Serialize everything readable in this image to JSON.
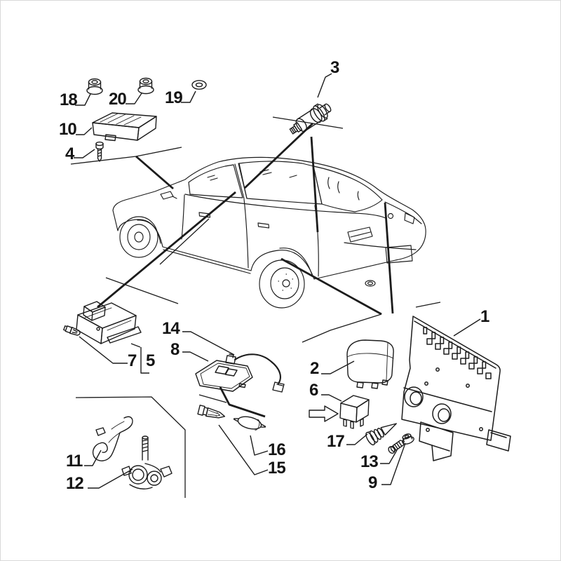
{
  "figure": {
    "type": "exploded-parts-diagram",
    "background": "#ffffff",
    "line_color": "#1c1c1c",
    "highlight_color": "#cf2130"
  },
  "highlight": {
    "target_label": "6",
    "arrow_direction": "right"
  },
  "labels": {
    "n1": "1",
    "n2": "2",
    "n3": "3",
    "n4": "4",
    "n5": "5",
    "n6": "6",
    "n7": "7",
    "n8": "8",
    "n9": "9",
    "n10": "10",
    "n11": "11",
    "n12": "12",
    "n13": "13",
    "n14": "14",
    "n15": "15",
    "n16": "16",
    "n17": "17",
    "n18": "18",
    "n19": "19",
    "n20": "20"
  }
}
